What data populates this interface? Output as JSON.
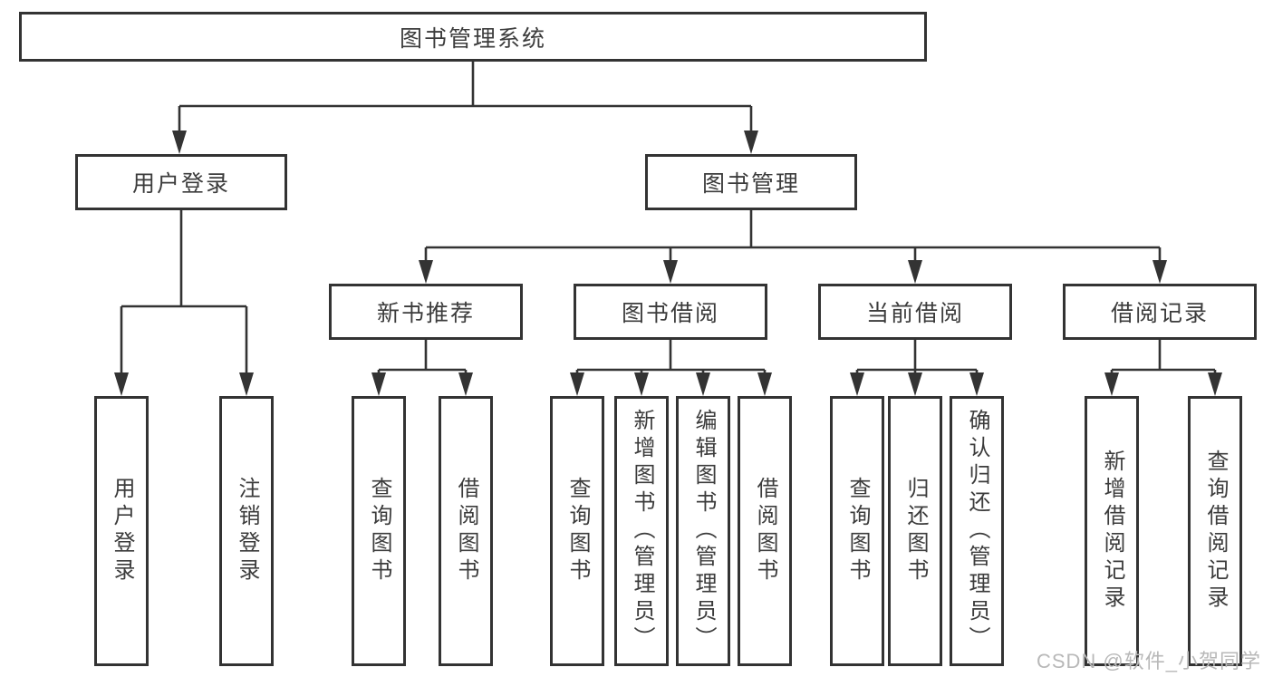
{
  "diagram": {
    "root": {
      "label": "图书管理系统"
    },
    "branches": [
      {
        "label": "用户登录",
        "leaves": [
          {
            "label": "用户登录"
          },
          {
            "label": "注销登录"
          }
        ]
      },
      {
        "label": "图书管理",
        "groups": [
          {
            "label": "新书推荐",
            "leaves": [
              {
                "label": "查询图书"
              },
              {
                "label": "借阅图书"
              }
            ]
          },
          {
            "label": "图书借阅",
            "leaves": [
              {
                "label": "查询图书"
              },
              {
                "label": "新增图书（管理员）"
              },
              {
                "label": "编辑图书（管理员）"
              },
              {
                "label": "借阅图书"
              }
            ]
          },
          {
            "label": "当前借阅",
            "leaves": [
              {
                "label": "查询图书"
              },
              {
                "label": "归还图书"
              },
              {
                "label": "确认归还（管理员）"
              }
            ]
          },
          {
            "label": "借阅记录",
            "leaves": [
              {
                "label": "新增借阅记录"
              },
              {
                "label": "查询借阅记录"
              }
            ]
          }
        ]
      }
    ]
  },
  "watermark": {
    "text": "CSDN @软件_小贺同学"
  },
  "colors": {
    "line": "#333333",
    "text": "#3c3c3c",
    "watermark": "#b8b8b8",
    "background": "#ffffff"
  }
}
